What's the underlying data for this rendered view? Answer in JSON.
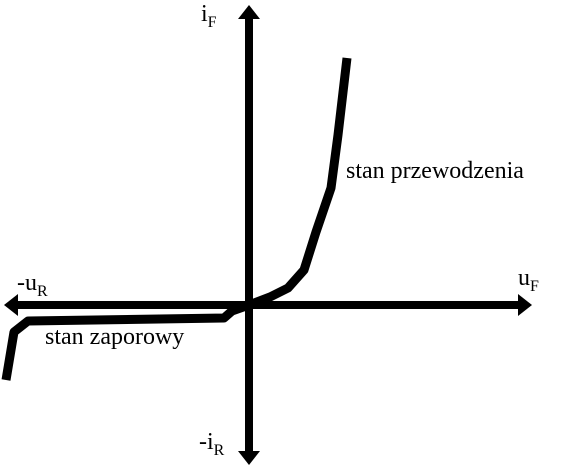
{
  "colors": {
    "background": "#ffffff",
    "ink": "#000000"
  },
  "axes": {
    "y_positive": {
      "main": "i",
      "sub": "F"
    },
    "y_negative": {
      "main": "-i",
      "sub": "R"
    },
    "x_positive": {
      "main": "u",
      "sub": "F"
    },
    "x_negative": {
      "main": "-u",
      "sub": "R"
    }
  },
  "regions": {
    "forward": "stan przewodzenia",
    "reverse": "stan zaporowy"
  }
}
